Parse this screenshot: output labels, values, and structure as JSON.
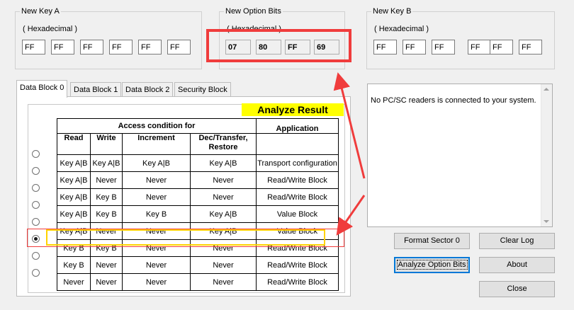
{
  "key_a": {
    "title": "New Key A",
    "hex_label": "( Hexadecimal )",
    "bytes": [
      "FF",
      "FF",
      "FF",
      "FF",
      "FF",
      "FF"
    ]
  },
  "option_bits": {
    "title": "New Option Bits",
    "hex_label": "( Hexadecimal )",
    "bytes": [
      "07",
      "80",
      "FF",
      "69"
    ]
  },
  "key_b": {
    "title": "New Key B",
    "hex_label": "( Hexadecimal )",
    "bytes": [
      "FF",
      "FF",
      "FF",
      "FF",
      "FF",
      "FF"
    ]
  },
  "tabs": [
    "Data Block 0",
    "Data Block 1",
    "Data Block 2",
    "Security Block"
  ],
  "active_tab": 0,
  "banner": "Analyze Result",
  "table": {
    "header_group": "Access condition for",
    "header_application": "Application",
    "columns": [
      "Read",
      "Write",
      "Increment",
      "Dec/Transfer,\nRestore"
    ],
    "rows": [
      {
        "read": "Key A|B",
        "write": "Key A|B",
        "increment": "Key A|B",
        "dec": "Key A|B",
        "app": "Transport configuration",
        "selected": false
      },
      {
        "read": "Key A|B",
        "write": "Never",
        "increment": "Never",
        "dec": "Never",
        "app": "Read/Write Block",
        "selected": false
      },
      {
        "read": "Key A|B",
        "write": "Key B",
        "increment": "Never",
        "dec": "Never",
        "app": "Read/Write Block",
        "selected": false
      },
      {
        "read": "Key A|B",
        "write": "Key B",
        "increment": "Key B",
        "dec": "Key A|B",
        "app": "Value Block",
        "selected": false
      },
      {
        "read": "Key A|B",
        "write": "Never",
        "increment": "Never",
        "dec": "Key A|B",
        "app": "Value Block",
        "selected": false
      },
      {
        "read": "Key B",
        "write": "Key B",
        "increment": "Never",
        "dec": "Never",
        "app": "Read/Write Block",
        "selected": true
      },
      {
        "read": "Key B",
        "write": "Never",
        "increment": "Never",
        "dec": "Never",
        "app": "Read/Write Block",
        "selected": false
      },
      {
        "read": "Never",
        "write": "Never",
        "increment": "Never",
        "dec": "Never",
        "app": "Read/Write Block",
        "selected": false
      }
    ]
  },
  "log": {
    "text": "No PC/SC readers is connected to your system."
  },
  "buttons": {
    "format_sector": "Format Sector 0",
    "clear_log": "Clear Log",
    "analyze": "Analyze Option Bits",
    "about": "About",
    "close": "Close"
  },
  "colors": {
    "annotation_red": "#f03c3c",
    "highlight_yellow": "#ffff00"
  }
}
